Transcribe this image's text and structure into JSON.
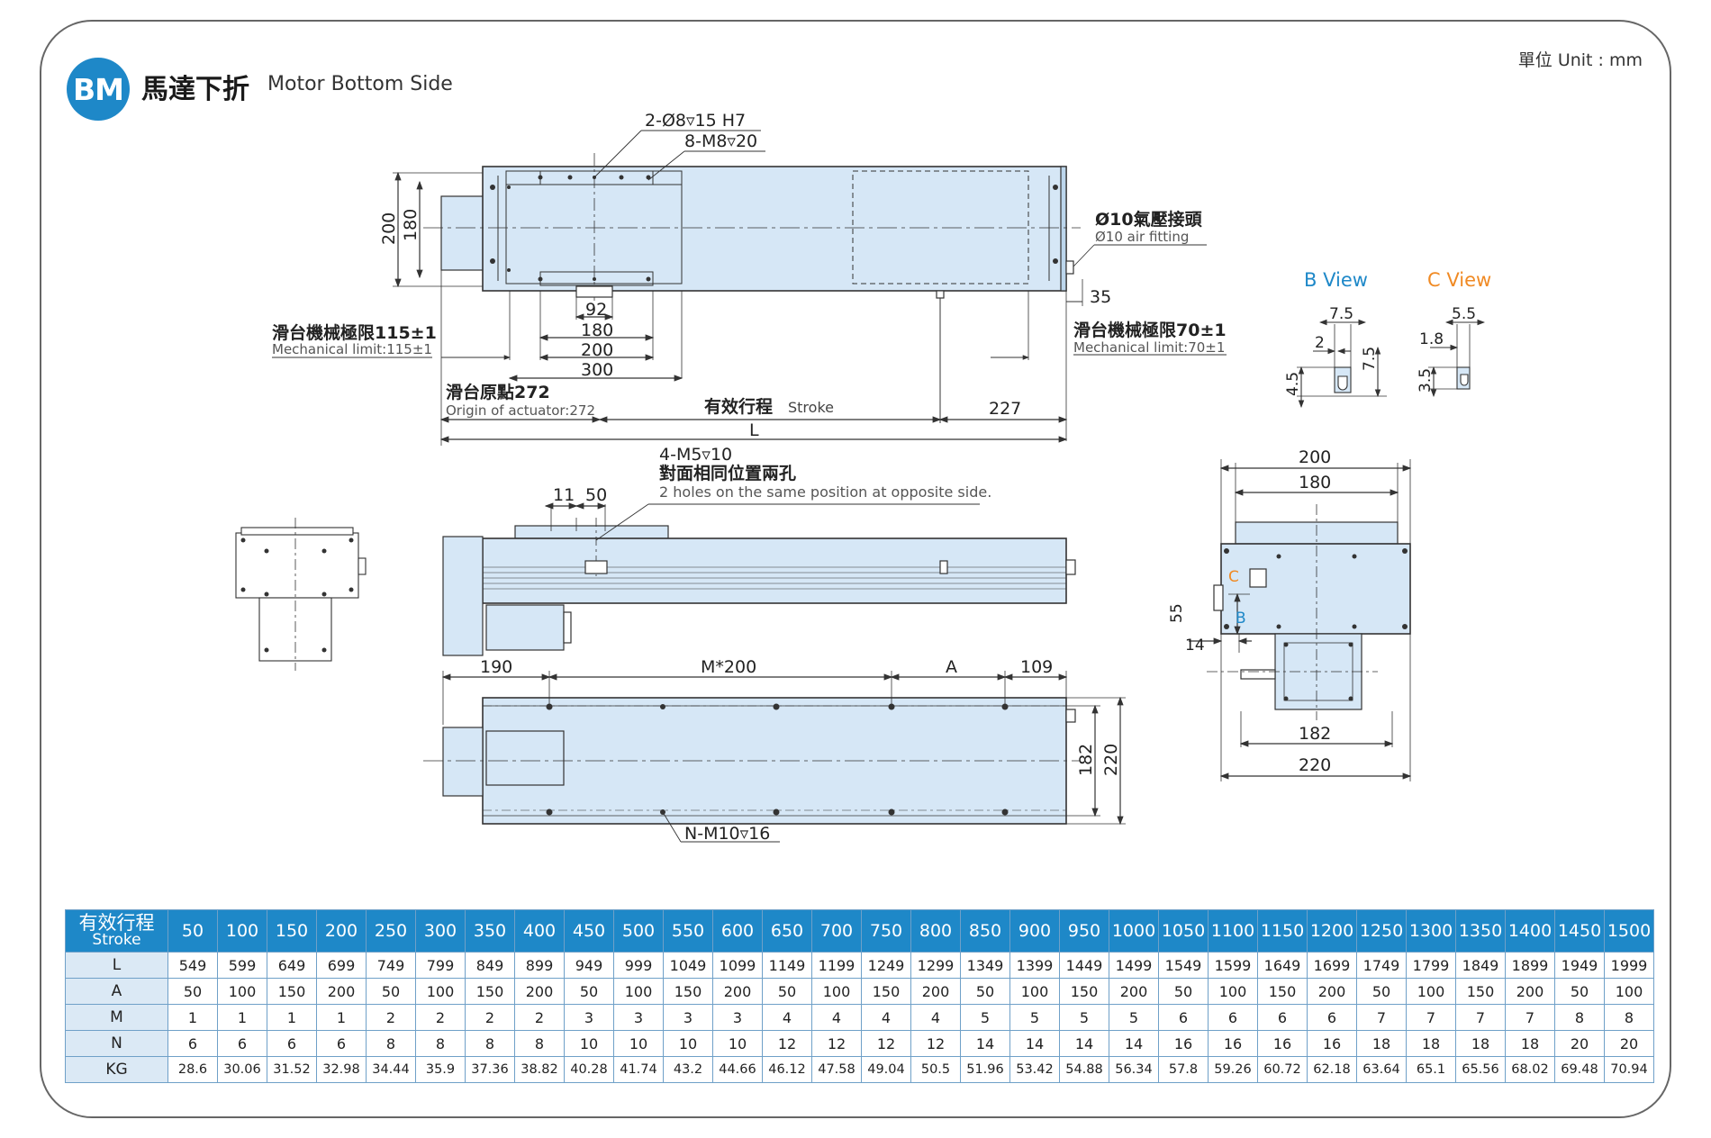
{
  "header": {
    "badge": "BM",
    "title_zh": "馬達下折",
    "title_en": "Motor Bottom Side",
    "unit": "單位 Unit : mm"
  },
  "top_view": {
    "holes_pin": "2-Ø8▿15 H7",
    "holes_tap": "8-M8▿20",
    "dim_200": "200",
    "dim_180": "180",
    "air_fitting_zh": "Ø10氣壓接頭",
    "air_fitting_en": "Ø10 air fitting",
    "dim_35": "35",
    "mech_limit_left_zh": "滑台機械極限115±1",
    "mech_limit_left_en": "Mechanical limit:115±1",
    "mech_limit_right_zh": "滑台機械極限70±1",
    "mech_limit_right_en": "Mechanical limit:70±1",
    "dim_92": "92",
    "dim_180b": "180",
    "dim_200b": "200",
    "dim_300": "300",
    "origin_zh": "滑台原點272",
    "origin_en": "Origin of actuator:272",
    "stroke_zh": "有效行程",
    "stroke_en": "Stroke",
    "dim_227": "227",
    "dim_L": "L"
  },
  "b_view": {
    "title": "B View",
    "dim_7_5": "7.5",
    "dim_2": "2",
    "dim_7_5v": "7.5",
    "dim_4_5": "4.5"
  },
  "c_view": {
    "title": "C View",
    "dim_5_5": "5.5",
    "dim_1_8": "1.8",
    "dim_3_5": "3.5"
  },
  "side_view": {
    "holes": "4-M5▿10",
    "holes_note_zh": "對面相同位置兩孔",
    "holes_note_en": "2 holes on the same position at opposite side.",
    "dim_11": "11",
    "dim_50": "50"
  },
  "bottom_view": {
    "dim_190": "190",
    "dim_m200": "M*200",
    "dim_A": "A",
    "dim_109": "109",
    "dim_182": "182",
    "dim_220": "220",
    "holes": "N-M10▿16"
  },
  "end_view": {
    "dim_200": "200",
    "dim_180": "180",
    "label_C": "C",
    "label_B": "B",
    "dim_55": "55",
    "dim_14": "14",
    "dim_182": "182",
    "dim_220": "220"
  },
  "colors": {
    "accent": "#1e88c8",
    "body_fill": "#d6e7f6",
    "c_label": "#f08a24",
    "b_label": "#1e88c8"
  },
  "table": {
    "header_zh": "有效行程",
    "header_en": "Stroke",
    "strokes": [
      "50",
      "100",
      "150",
      "200",
      "250",
      "300",
      "350",
      "400",
      "450",
      "500",
      "550",
      "600",
      "650",
      "700",
      "750",
      "800",
      "850",
      "900",
      "950",
      "1000",
      "1050",
      "1100",
      "1150",
      "1200",
      "1250",
      "1300",
      "1350",
      "1400",
      "1450",
      "1500"
    ],
    "rows": [
      {
        "label": "L",
        "values": [
          "549",
          "599",
          "649",
          "699",
          "749",
          "799",
          "849",
          "899",
          "949",
          "999",
          "1049",
          "1099",
          "1149",
          "1199",
          "1249",
          "1299",
          "1349",
          "1399",
          "1449",
          "1499",
          "1549",
          "1599",
          "1649",
          "1699",
          "1749",
          "1799",
          "1849",
          "1899",
          "1949",
          "1999"
        ]
      },
      {
        "label": "A",
        "values": [
          "50",
          "100",
          "150",
          "200",
          "50",
          "100",
          "150",
          "200",
          "50",
          "100",
          "150",
          "200",
          "50",
          "100",
          "150",
          "200",
          "50",
          "100",
          "150",
          "200",
          "50",
          "100",
          "150",
          "200",
          "50",
          "100",
          "150",
          "200",
          "50",
          "100"
        ]
      },
      {
        "label": "M",
        "values": [
          "1",
          "1",
          "1",
          "1",
          "2",
          "2",
          "2",
          "2",
          "3",
          "3",
          "3",
          "3",
          "4",
          "4",
          "4",
          "4",
          "5",
          "5",
          "5",
          "5",
          "6",
          "6",
          "6",
          "6",
          "7",
          "7",
          "7",
          "7",
          "8",
          "8"
        ]
      },
      {
        "label": "N",
        "values": [
          "6",
          "6",
          "6",
          "6",
          "8",
          "8",
          "8",
          "8",
          "10",
          "10",
          "10",
          "10",
          "12",
          "12",
          "12",
          "12",
          "14",
          "14",
          "14",
          "14",
          "16",
          "16",
          "16",
          "16",
          "18",
          "18",
          "18",
          "18",
          "20",
          "20"
        ]
      },
      {
        "label": "KG",
        "values": [
          "28.6",
          "30.06",
          "31.52",
          "32.98",
          "34.44",
          "35.9",
          "37.36",
          "38.82",
          "40.28",
          "41.74",
          "43.2",
          "44.66",
          "46.12",
          "47.58",
          "49.04",
          "50.5",
          "51.96",
          "53.42",
          "54.88",
          "56.34",
          "57.8",
          "59.26",
          "60.72",
          "62.18",
          "63.64",
          "65.1",
          "65.56",
          "68.02",
          "69.48",
          "70.94"
        ]
      }
    ]
  }
}
